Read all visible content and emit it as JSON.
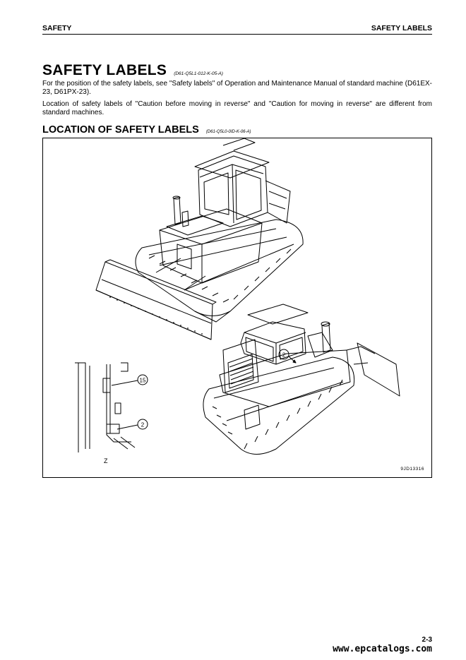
{
  "header": {
    "left": "SAFETY",
    "right": "SAFETY LABELS"
  },
  "title": {
    "text": "SAFETY LABELS",
    "code": "(D61-Q5L1-012-K-05-A)"
  },
  "paragraphs": [
    "For the position of the safety labels, see \"Safety labels\" of Operation and Maintenance Manual of standard machine (D61EX-23, D61PX-23).",
    "Location of safety labels of \"Caution before moving in reverse\" and \"Caution for moving in reverse\" are different from standard machines."
  ],
  "subtitle": {
    "text": "LOCATION OF SAFETY LABELS",
    "code": "(D61-Q5L0-0ID-K-06-A)"
  },
  "figure": {
    "callouts": [
      "15",
      "2",
      "2"
    ],
    "view_label": "Z",
    "code": "9JD13316"
  },
  "page_number": "2-3",
  "watermark": "www.epcatalogs.com"
}
